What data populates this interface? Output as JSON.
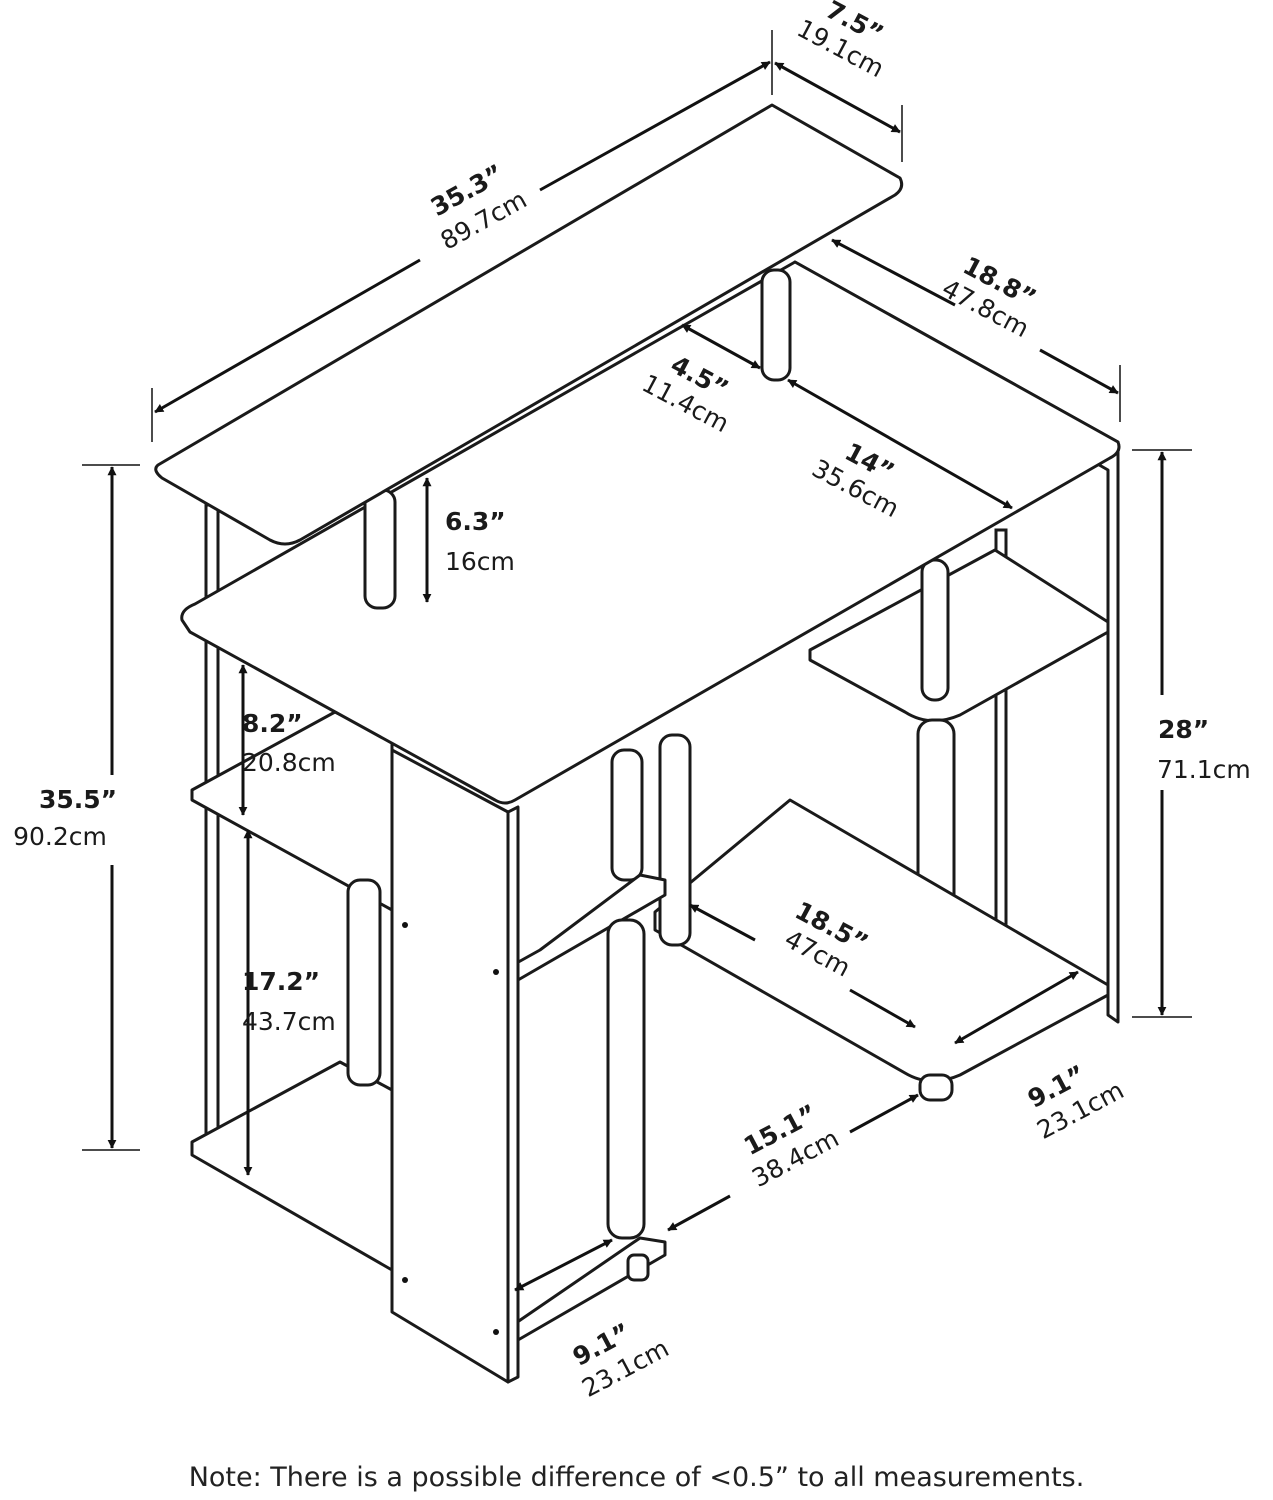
{
  "dimensions": [
    {
      "id": "top-shelf-width",
      "inch": "35.3”",
      "cm": "89.7cm"
    },
    {
      "id": "top-shelf-depth",
      "inch": "7.5”",
      "cm": "19.1cm"
    },
    {
      "id": "desk-depth",
      "inch": "18.8”",
      "cm": "47.8cm"
    },
    {
      "id": "shelf-setback",
      "inch": "4.5”",
      "cm": "11.4cm"
    },
    {
      "id": "inner-depth",
      "inch": "14”",
      "cm": "35.6cm"
    },
    {
      "id": "riser-height",
      "inch": "6.3”",
      "cm": "16cm"
    },
    {
      "id": "total-height",
      "inch": "35.5”",
      "cm": "90.2cm"
    },
    {
      "id": "desk-height",
      "inch": "28”",
      "cm": "71.1cm"
    },
    {
      "id": "upper-shelf-gap",
      "inch": "8.2”",
      "cm": "20.8cm"
    },
    {
      "id": "lower-shelf-gap",
      "inch": "17.2”",
      "cm": "43.7cm"
    },
    {
      "id": "bottom-shelf-depth",
      "inch": "18.5”",
      "cm": "47cm"
    },
    {
      "id": "right-shelf-width",
      "inch": "9.1”",
      "cm": "23.1cm"
    },
    {
      "id": "knee-space",
      "inch": "15.1”",
      "cm": "38.4cm"
    },
    {
      "id": "left-shelf-width",
      "inch": "9.1”",
      "cm": "23.1cm"
    }
  ],
  "note": "Note: There is a possible difference of <0.5” to all measurements."
}
